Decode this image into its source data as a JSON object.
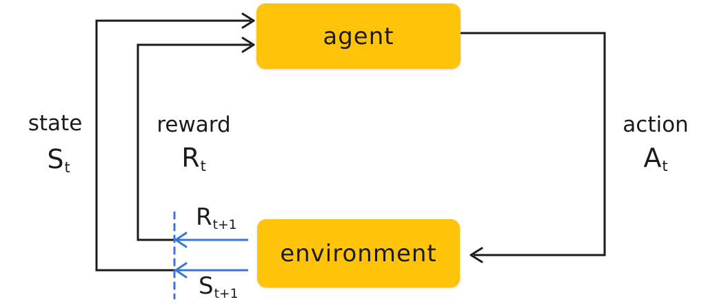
{
  "boxes": {
    "agent": {
      "label": "agent"
    },
    "environment": {
      "label": "environment"
    }
  },
  "labels": {
    "state": {
      "word": "state",
      "base": "S",
      "sub": "t"
    },
    "reward": {
      "word": "reward",
      "base": "R",
      "sub": "t"
    },
    "action": {
      "word": "action",
      "base": "A",
      "sub": "t"
    },
    "next_reward": {
      "base": "R",
      "sub": "t+1"
    },
    "next_state": {
      "base": "S",
      "sub": "t+1"
    }
  },
  "colors": {
    "box_fill": "#ffc40a",
    "line_black": "#1b1b1b",
    "line_blue": "#3577d4",
    "background": "#ffffff"
  }
}
